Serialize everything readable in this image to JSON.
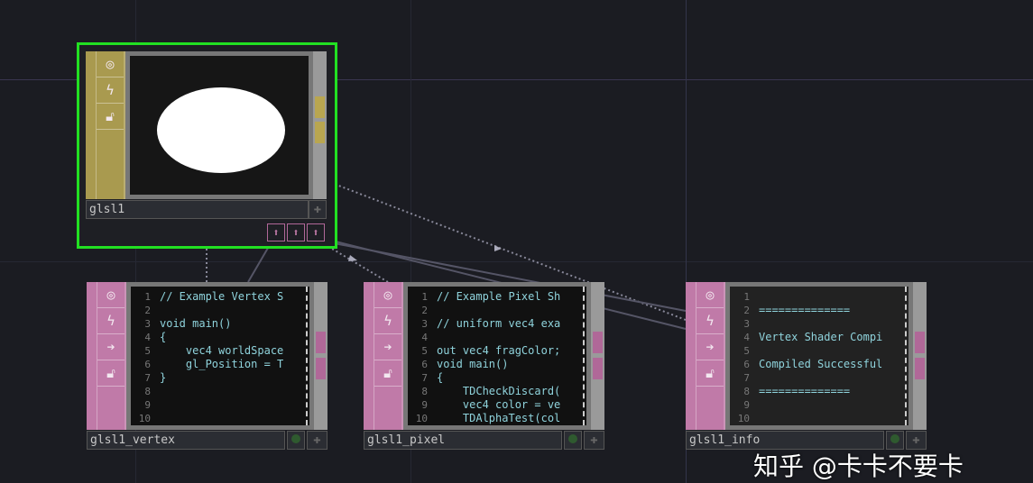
{
  "colors": {
    "top": "#a99a4f",
    "dat": "#c07aa8",
    "selected": "#22e022",
    "code_text": "#8fd3dc"
  },
  "nodes": {
    "glsl1": {
      "name": "glsl1",
      "icons": [
        "viewer-icon",
        "bypass-icon",
        "lock-icon"
      ],
      "outputs": [
        "up-arrow",
        "up-arrow",
        "up-arrow"
      ]
    },
    "vertex": {
      "name": "glsl1_vertex",
      "lines": [
        "// Example Vertex S",
        "",
        "void main()",
        "{",
        "    vec4 worldSpace",
        "    gl_Position = T",
        "}",
        "",
        "",
        ""
      ]
    },
    "pixel": {
      "name": "glsl1_pixel",
      "lines": [
        "// Example Pixel Sh",
        "",
        "// uniform vec4 exa",
        "",
        "out vec4 fragColor;",
        "void main()",
        "{",
        "    TDCheckDiscard(",
        "    vec4 color = ve",
        "    TDAlphaTest(col"
      ]
    },
    "info": {
      "name": "glsl1_info",
      "lines": [
        "",
        "==============",
        "",
        "Vertex Shader Compi",
        "",
        "Compiled Successful",
        "",
        "==============",
        "",
        ""
      ]
    }
  },
  "watermark": "知乎 @卡卡不要卡"
}
